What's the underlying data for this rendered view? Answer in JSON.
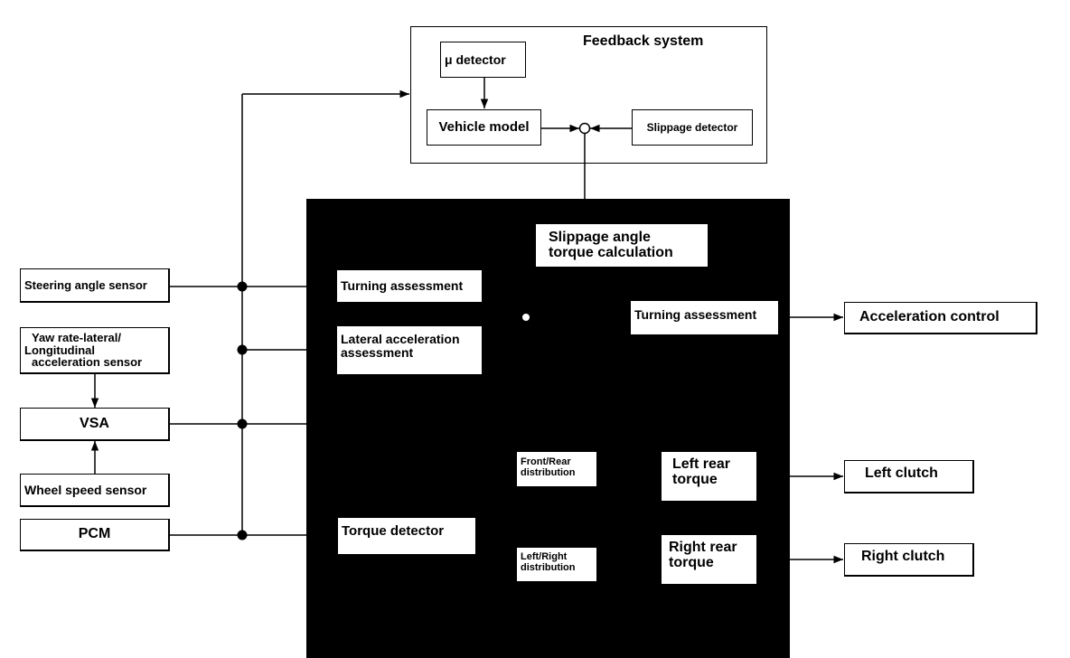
{
  "feedback_system": {
    "title": "Feedback system",
    "mu_detector": "μ detector",
    "vehicle_model": "Vehicle model",
    "slippage_detector": "Slippage detector"
  },
  "inputs": {
    "steering_angle_sensor": "Steering angle sensor",
    "yaw_rate_sensor_line1": "Yaw rate-lateral/",
    "yaw_rate_sensor_line2": "Longitudinal",
    "yaw_rate_sensor_line3": "acceleration sensor",
    "vsa": "VSA",
    "wheel_speed_sensor": "Wheel speed sensor",
    "pcm": "PCM"
  },
  "control_unit": {
    "slippage_angle_line1": "Slippage angle",
    "slippage_angle_line2": "torque calculation",
    "turning_assessment_left": "Turning assessment",
    "lateral_accel_line1": "Lateral acceleration",
    "lateral_accel_line2": "assessment",
    "turning_assessment_right": "Turning assessment",
    "front_rear_line1": "Front/Rear",
    "front_rear_line2": "distribution",
    "left_rear_line1": "Left rear",
    "left_rear_line2": "torque",
    "torque_detector": "Torque detector",
    "left_right_line1": "Left/Right",
    "left_right_line2": "distribution",
    "right_rear_line1": "Right rear",
    "right_rear_line2": "torque"
  },
  "outputs": {
    "acceleration_control": "Acceleration control",
    "left_clutch": "Left clutch",
    "right_clutch": "Right clutch"
  }
}
